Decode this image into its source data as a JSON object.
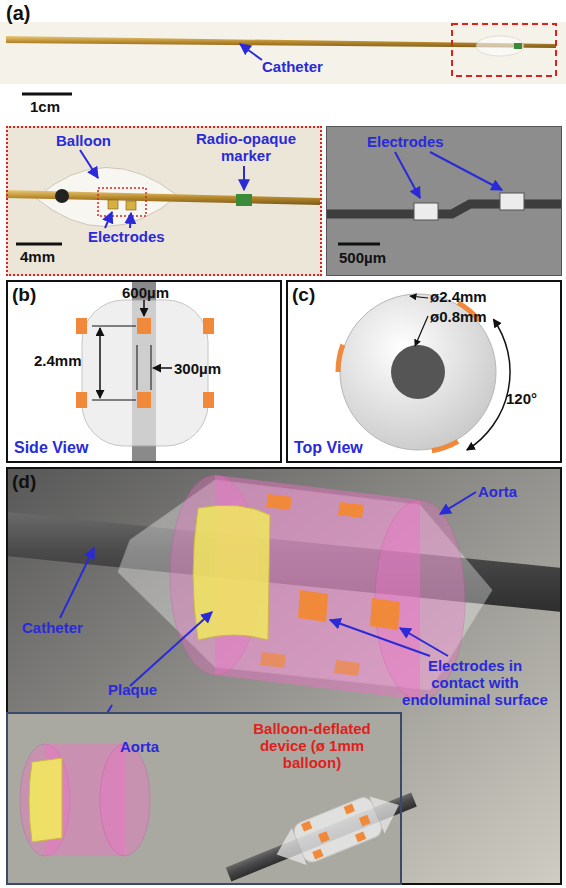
{
  "diagram": {
    "nodes": [
      {
        "text": [
          "Balloon",
          "Radio-opaque marker",
          "Electrodes",
          "4mm"
        ]
      },
      {
        "text": [
          "Electrodes",
          "500µm"
        ]
      },
      {
        "text": [
          "(b)",
          "600µm",
          "2.4mm",
          "300µm",
          "Side View"
        ]
      },
      {
        "text": [
          "(c)",
          "ø2.4mm",
          "ø0.8mm",
          "120°",
          "Top View"
        ]
      },
      {
        "text": [
          "(d)",
          "Aorta",
          "Catheter",
          "Plaque",
          "Electrodes in contact with endoluminal surface"
        ]
      },
      {
        "text": [
          "Aorta",
          "Balloon-deflated device (ø 1mm balloon)"
        ],
        "in": 4
      }
    ],
    "labels": [
      "(a)",
      "Catheter",
      "1cm"
    ]
  }
}
